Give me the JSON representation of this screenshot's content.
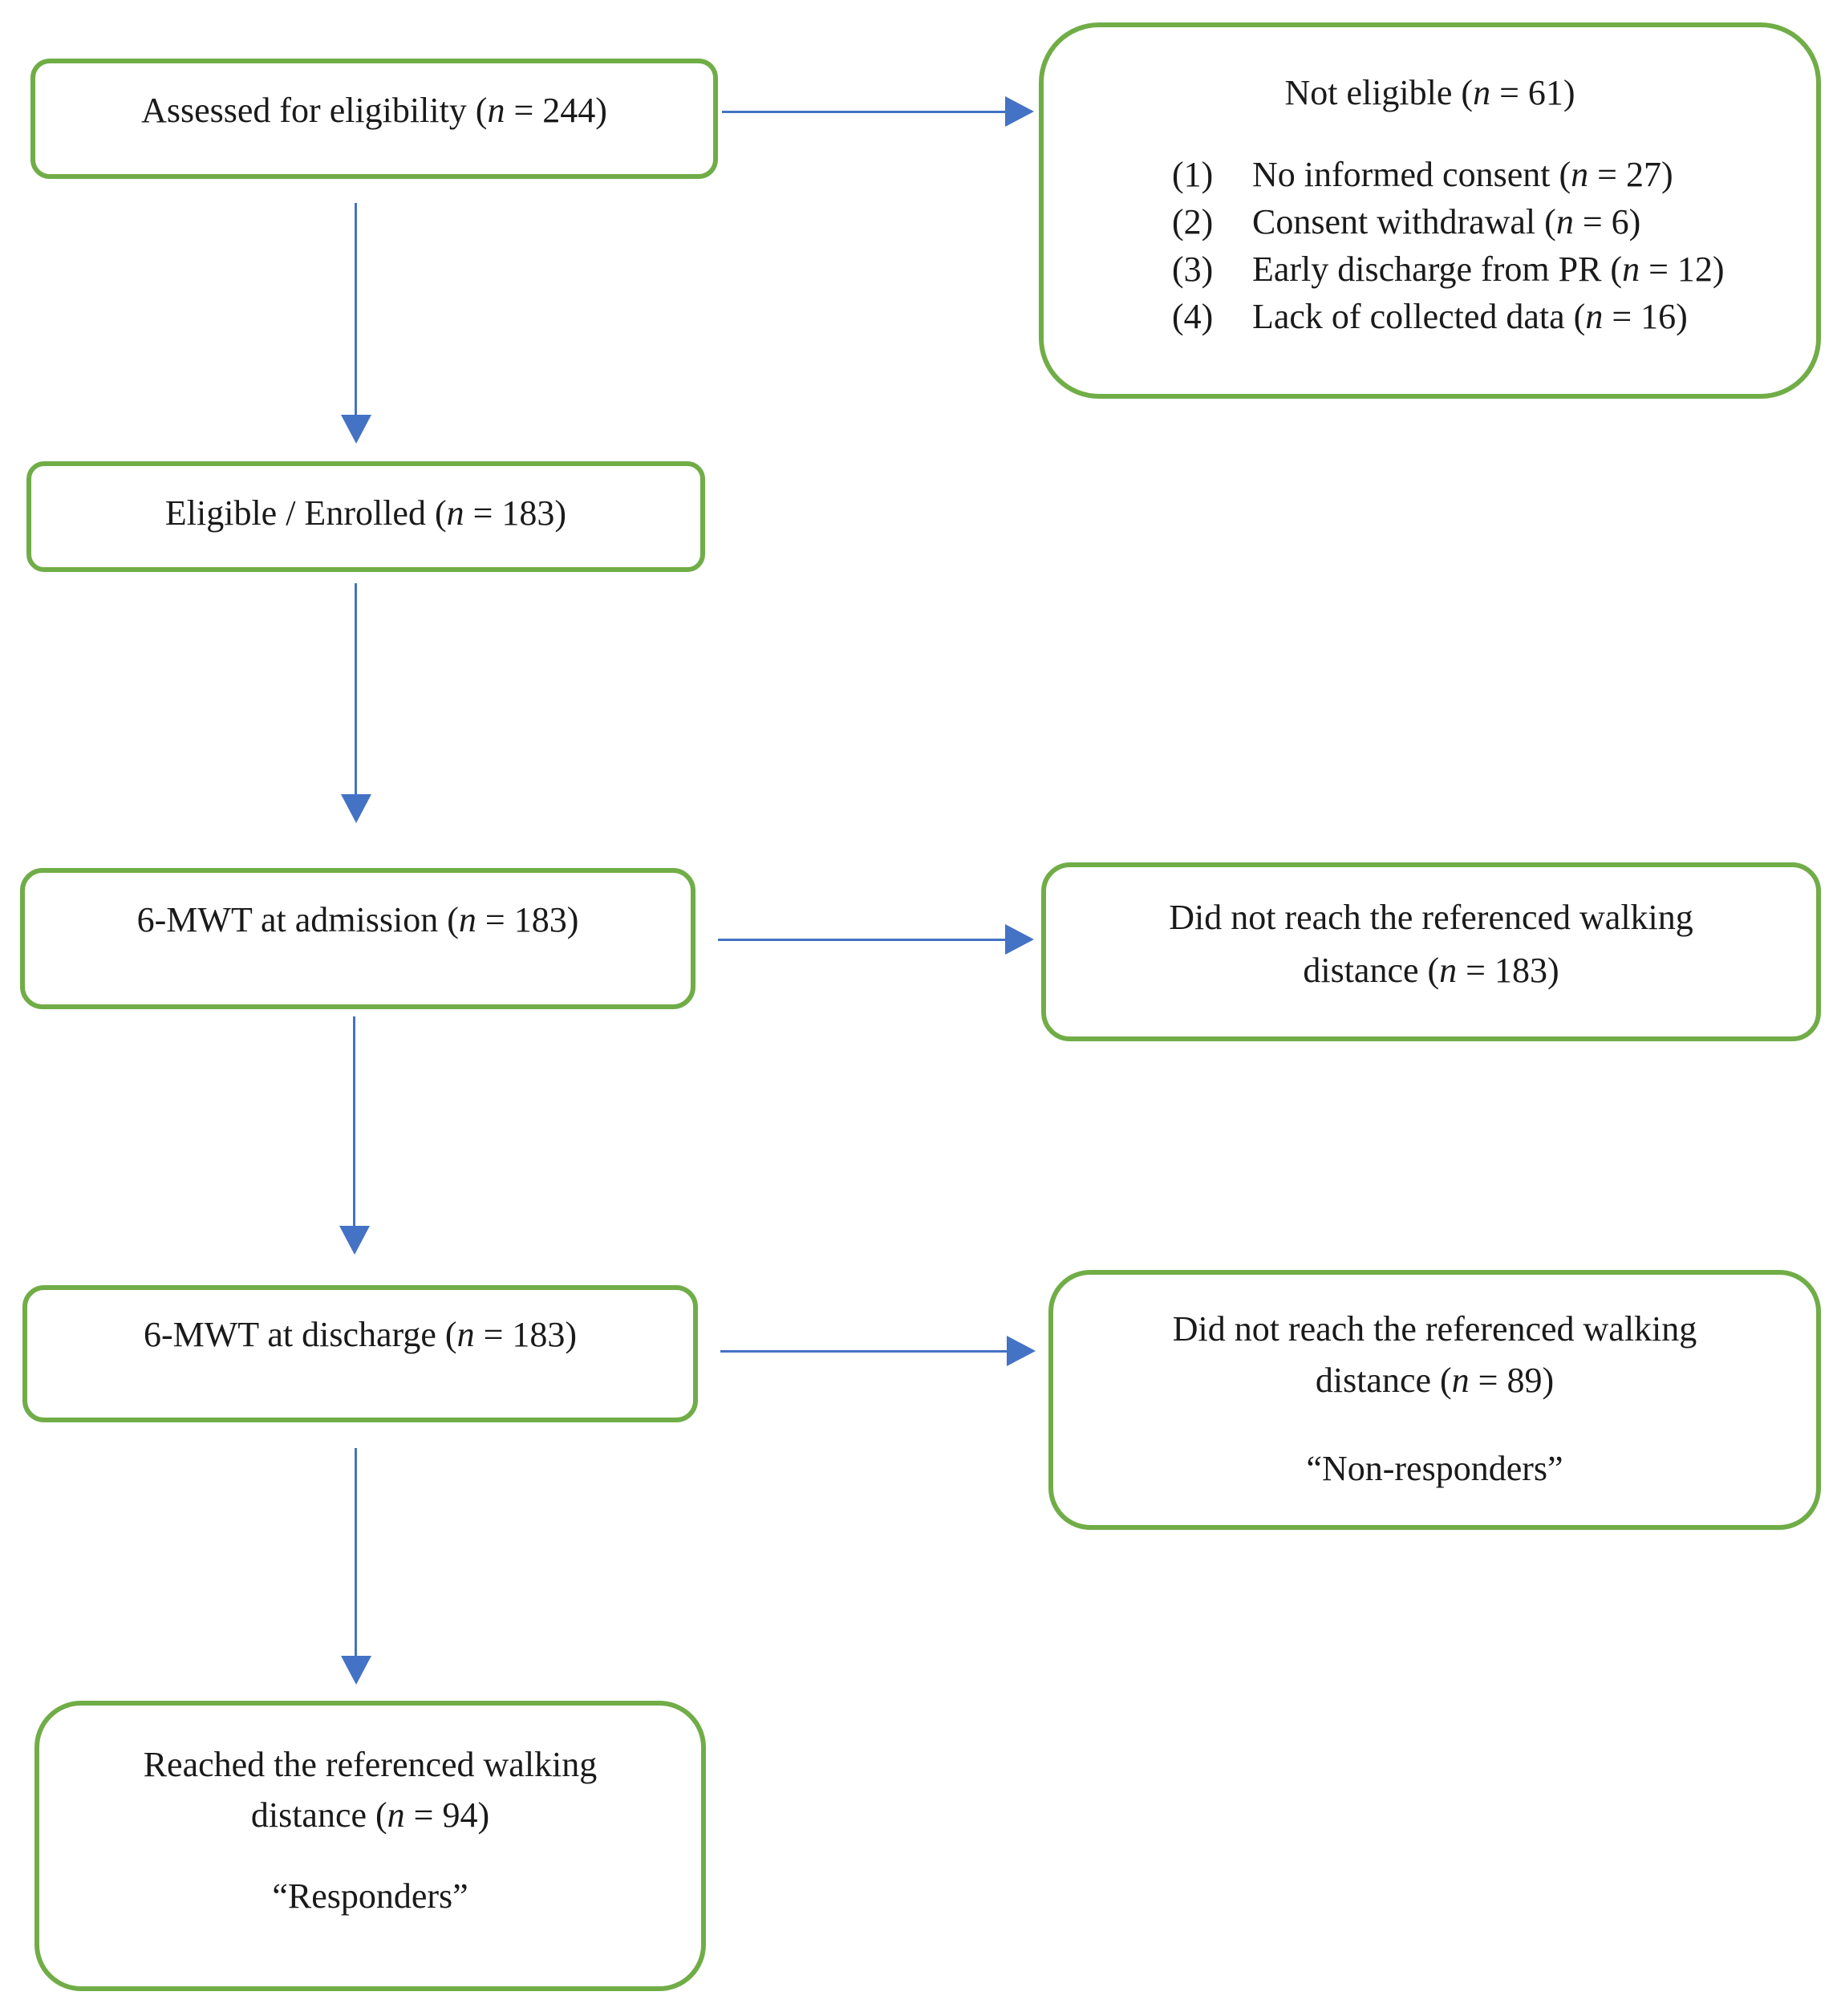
{
  "figure": {
    "colors": {
      "box_border": "#70AD47",
      "arrow": "#4472C4",
      "text": "#1a1a1a",
      "background": "#ffffff"
    },
    "boxes": {
      "assessed": {
        "label": "Assessed for eligibility (n = 244)"
      },
      "not_eligible": {
        "title": "Not eligible (n = 61)",
        "items": [
          {
            "num": "(1)",
            "text": "No informed consent (n = 27)"
          },
          {
            "num": "(2)",
            "text": "Consent withdrawal (n = 6)"
          },
          {
            "num": "(3)",
            "text": "Early discharge from PR (n = 12)"
          },
          {
            "num": "(4)",
            "text": "Lack of collected data (n = 16)"
          }
        ]
      },
      "enrolled": {
        "label": "Eligible / Enrolled (n = 183)"
      },
      "admission": {
        "label": "6-MWT at admission (n = 183)"
      },
      "admission_outcome": {
        "lines": [
          "Did not reach the referenced walking",
          "distance (n = 183)"
        ]
      },
      "discharge": {
        "label": "6-MWT at discharge (n = 183)"
      },
      "discharge_outcome": {
        "lines": [
          "Did not reach the referenced walking",
          "distance (n = 89)"
        ],
        "tag": "“Non-responders”"
      },
      "responders": {
        "lines": [
          "Reached the referenced walking",
          "distance (n = 94)"
        ],
        "tag": "“Responders”"
      }
    }
  }
}
